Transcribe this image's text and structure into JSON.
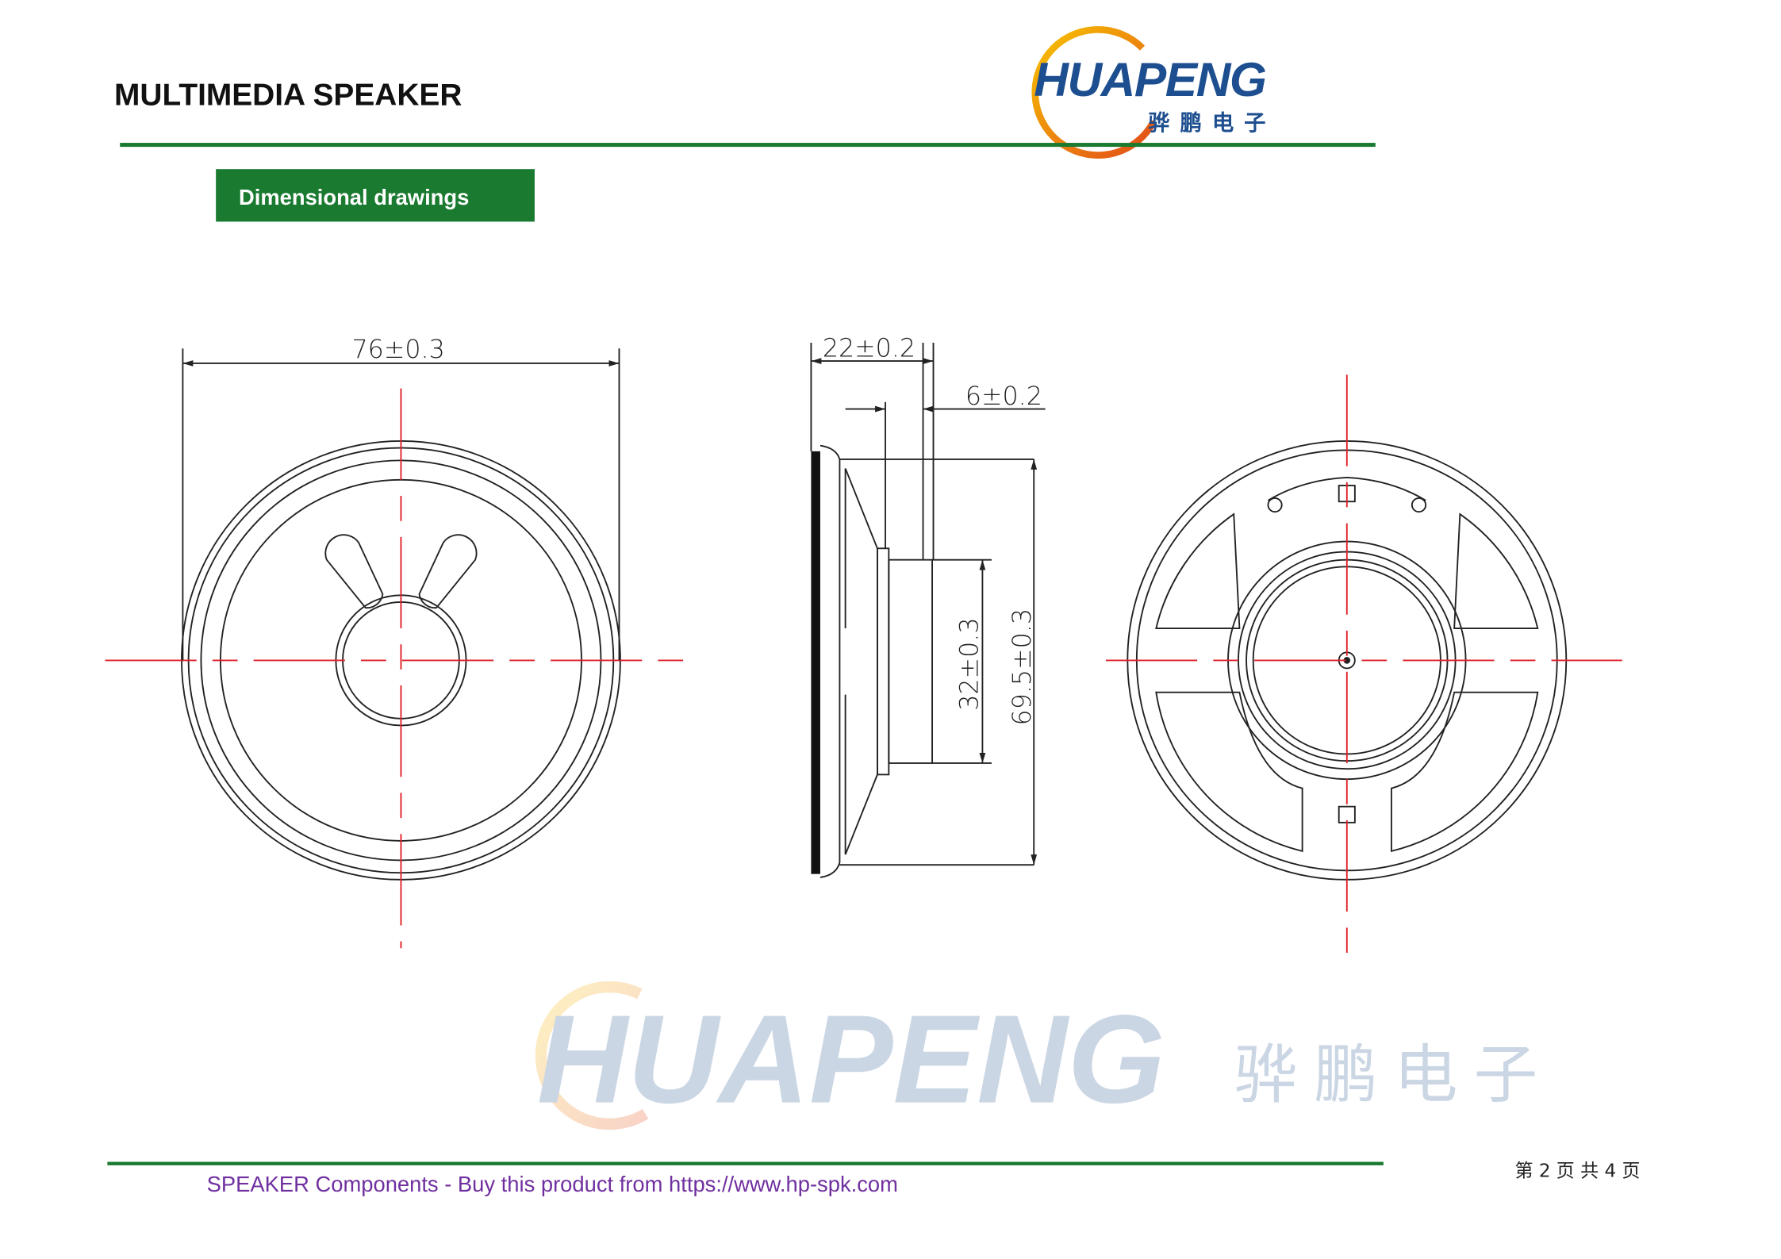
{
  "header": {
    "title": "MULTIMEDIA SPEAKER",
    "logo_text": "HUAPENG",
    "logo_subtext": "骅鹏电子",
    "accent_color": "#1a7a30"
  },
  "section": {
    "label": "Dimensional drawings"
  },
  "drawing": {
    "front_diameter": "76±0.3",
    "overall_depth": "22±0.2",
    "frame_depth": "6±0.2",
    "magnet_diameter": "32±0.3",
    "frame_height": "69.5±0.3"
  },
  "watermark": {
    "text": "HUAPENG",
    "subtext": [
      "骅",
      "鹏",
      "电",
      "子"
    ]
  },
  "footer": {
    "text": "SPEAKER Components - Buy this product from https://www.hp-spk.com",
    "page_info": "第 2 页 共 4 页",
    "text_color": "#7030a0"
  }
}
